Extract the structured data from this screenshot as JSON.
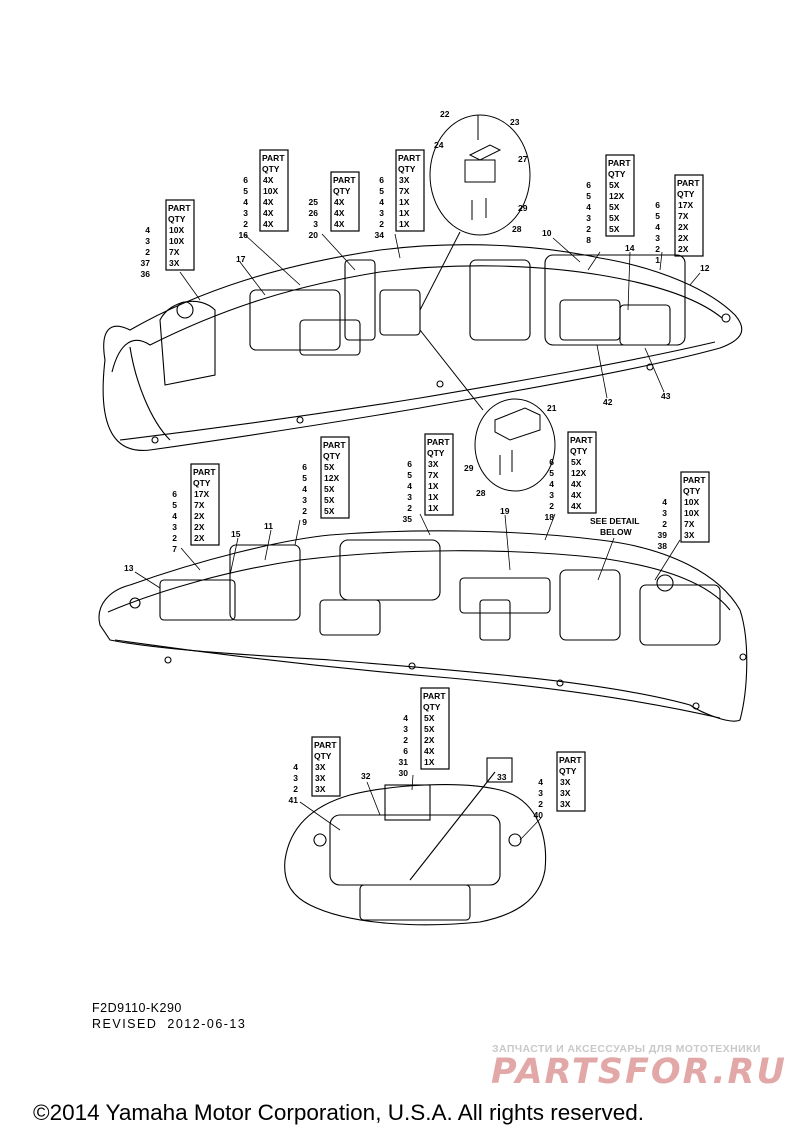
{
  "tables": [
    {
      "id": "t16",
      "title": "PART",
      "subtitle": "QTY",
      "parts": [
        "6",
        "5",
        "4",
        "3",
        "2"
      ],
      "qtys": [
        "4X",
        "10X",
        "4X",
        "4X",
        "4X"
      ],
      "callout": "16"
    },
    {
      "id": "t20",
      "title": "PART",
      "subtitle": "QTY",
      "parts": [
        "25",
        "26",
        "3"
      ],
      "qtys": [
        "4X",
        "4X",
        "4X"
      ],
      "callout": "20"
    },
    {
      "id": "t34",
      "title": "PART",
      "subtitle": "QTY",
      "parts": [
        "6",
        "5",
        "4",
        "3",
        "2"
      ],
      "qtys": [
        "3X",
        "7X",
        "1X",
        "1X",
        "1X"
      ],
      "callout": "34"
    },
    {
      "id": "t36",
      "title": "PART",
      "subtitle": "QTY",
      "parts": [
        "4",
        "3",
        "2",
        "37"
      ],
      "qtys": [
        "10X",
        "10X",
        "7X",
        "3X"
      ],
      "callout": "36"
    },
    {
      "id": "t10",
      "title": "PART",
      "subtitle": "QTY",
      "parts": [
        "6",
        "5",
        "4",
        "3",
        "2"
      ],
      "qtys": [
        "5X",
        "12X",
        "5X",
        "5X",
        "5X"
      ],
      "callout": "8"
    },
    {
      "id": "t1",
      "title": "PART",
      "subtitle": "QTY",
      "parts": [
        "6",
        "5",
        "4",
        "3",
        "2"
      ],
      "qtys": [
        "17X",
        "7X",
        "2X",
        "2X",
        "2X"
      ],
      "callout": "1"
    },
    {
      "id": "t9",
      "title": "PART",
      "subtitle": "QTY",
      "parts": [
        "6",
        "5",
        "4",
        "3",
        "2"
      ],
      "qtys": [
        "5X",
        "12X",
        "5X",
        "5X",
        "5X"
      ],
      "callout": "9"
    },
    {
      "id": "t7",
      "title": "PART",
      "subtitle": "QTY",
      "parts": [
        "6",
        "5",
        "4",
        "3",
        "2"
      ],
      "qtys": [
        "17X",
        "7X",
        "2X",
        "2X",
        "2X"
      ],
      "callout": "7"
    },
    {
      "id": "t35",
      "title": "PART",
      "subtitle": "QTY",
      "parts": [
        "6",
        "5",
        "4",
        "3",
        "2"
      ],
      "qtys": [
        "3X",
        "7X",
        "1X",
        "1X",
        "1X"
      ],
      "callout": "35"
    },
    {
      "id": "t18",
      "title": "PART",
      "subtitle": "QTY",
      "parts": [
        "6",
        "5",
        "4",
        "3",
        "2"
      ],
      "qtys": [
        "5X",
        "12X",
        "4X",
        "4X",
        "4X"
      ],
      "callout": "18"
    },
    {
      "id": "t38",
      "title": "PART",
      "subtitle": "QTY",
      "parts": [
        "4",
        "3",
        "2",
        "39"
      ],
      "qtys": [
        "10X",
        "10X",
        "7X",
        "3X"
      ],
      "callout": "38"
    },
    {
      "id": "t30",
      "title": "PART",
      "subtitle": "QTY",
      "parts": [
        "4",
        "3",
        "2",
        "6",
        "31"
      ],
      "qtys": [
        "5X",
        "5X",
        "2X",
        "4X",
        "1X"
      ],
      "callout": "30"
    },
    {
      "id": "t41",
      "title": "PART",
      "subtitle": "QTY",
      "parts": [
        "4",
        "3",
        "2"
      ],
      "qtys": [
        "3X",
        "3X",
        "3X"
      ],
      "callout": "41"
    },
    {
      "id": "t40",
      "title": "PART",
      "subtitle": "QTY",
      "parts": [
        "4",
        "3",
        "2"
      ],
      "qtys": [
        "3X",
        "3X",
        "3X"
      ],
      "callout": "40"
    }
  ],
  "callouts": {
    "c22": "22",
    "c23": "23",
    "c24": "24",
    "c27": "27",
    "c29a": "29",
    "c28a": "28",
    "c17": "17",
    "c10": "10",
    "c14": "14",
    "c12": "12",
    "c42": "42",
    "c43": "43",
    "c21": "21",
    "c29b": "29",
    "c28b": "28",
    "c19": "19",
    "c15": "15",
    "c11": "11",
    "c13": "13",
    "c32": "32",
    "c33": "33"
  },
  "see_detail": [
    "SEE DETAIL",
    "BELOW"
  ],
  "drawing_code": "F2D9110-K290",
  "revised_label": "REVISED",
  "revised_date": "2012-06-13",
  "watermark_top": "ЗАПЧАСТИ И АКСЕССУАРЫ ДЛЯ МОТОТЕХНИКИ",
  "watermark_logo": "PARTSFOR.RU",
  "copyright": "©2014 Yamaha Motor Corporation, U.S.A. All rights reserved."
}
